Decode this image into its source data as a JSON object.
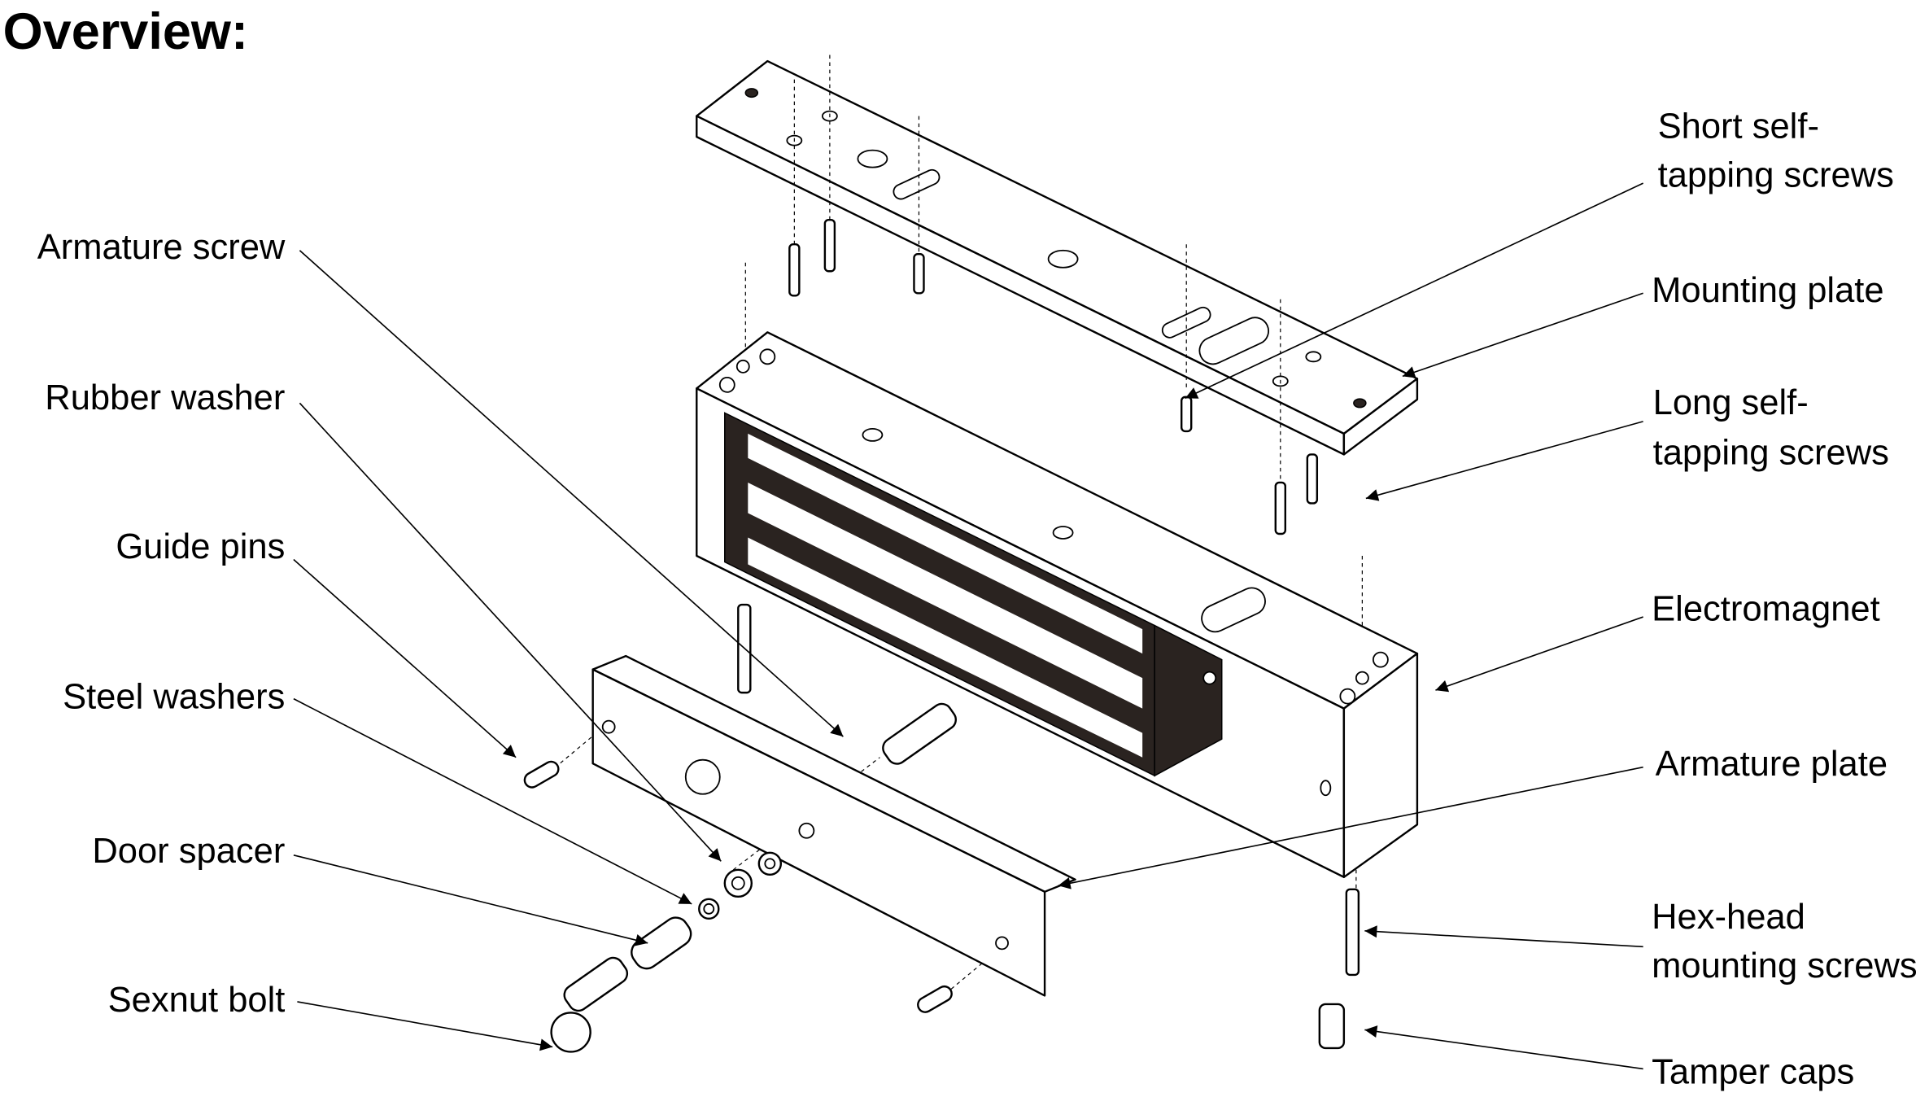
{
  "title": "Overview:",
  "labels_left": {
    "armature_screw": "Armature screw",
    "rubber_washer": "Rubber washer",
    "guide_pins": "Guide pins",
    "steel_washers": "Steel washers",
    "door_spacer": "Door spacer",
    "sexnut_bolt": "Sexnut bolt"
  },
  "labels_right": {
    "short_screws_1": "Short self-",
    "short_screws_2": "tapping screws",
    "mounting_plate": "Mounting plate",
    "long_screws_1": "Long self-",
    "long_screws_2": "tapping screws",
    "electromagnet": "Electromagnet",
    "armature_plate": "Armature plate",
    "hex_head_1": "Hex-head",
    "hex_head_2": "mounting screws",
    "tamper_caps": "Tamper caps"
  }
}
